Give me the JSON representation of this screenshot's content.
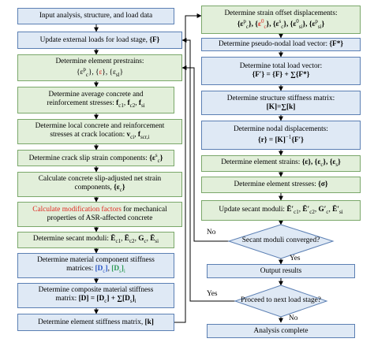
{
  "left_column": {
    "n1": "Input analysis, structure, and load data",
    "n2": {
      "text": "Update external loads for load stage,",
      "math": "{F}"
    },
    "n3": {
      "line1": "Determine element prestrains:",
      "line2a": "{ε",
      "p1": "c",
      "p2": "p",
      "p3": "}, {",
      "red": "ε",
      "line2b": "}, {ε",
      "p4": "sl",
      "p5": "}"
    },
    "n4": {
      "line1": "Determine average concrete and",
      "line2": "reinforcement stresses:",
      "math": "f",
      "s1": "c1",
      "s2": "c2",
      "s3": "si"
    },
    "n5": {
      "line1": "Determine local concrete and reinforcement",
      "line2": "stresses at crack location:",
      "math1": "v",
      "s1": "ci",
      "math2": "f",
      "s2": "scr,i"
    },
    "n6": {
      "text": "Determine crack slip strain components:",
      "math": "{ε",
      "sup": "s",
      "sub": "c",
      "end": "}"
    },
    "n7": {
      "line1": "Calculate concrete slip-adjusted net strain",
      "line2": "components,",
      "math": "{ε",
      "sub": "c",
      "end": "}"
    },
    "n8": {
      "red": "Calculate modification factors",
      "line1": "for mechanical",
      "line2": "properties of ASR-affected concrete"
    },
    "n9": {
      "text": "Determine secant moduli:",
      "math": "Ē",
      "s1": "c1",
      "s2": "c2",
      "s3": "G",
      "s4": "si"
    },
    "n10": {
      "line1": "Determine material component stiffness",
      "line2": "matrices:",
      "math1": "[D",
      "sub1": "c",
      "math2": "[D",
      "sub2": "s",
      "sub3": "i"
    },
    "n11": {
      "line1": "Determine composite material stiffness",
      "line2": "matrix:",
      "math": "[D] = [D",
      "sub1": "c",
      "sum": "] + ∑[D",
      "sub2": "s",
      "sub3": "i"
    },
    "n12": {
      "text": "Determine element stiffness matrix,",
      "math": "[k]"
    }
  },
  "right_column": {
    "r1": {
      "line1": "Determine strain offset displacements:",
      "math": "{ε"
    },
    "r2": {
      "text": "Determine pseudo-nodal load vector:",
      "math": "{F*}"
    },
    "r3": {
      "line1": "Determine total load vector:",
      "math": "{F′} = {F} + ∑{F*}"
    },
    "r4": {
      "line1": "Determine structure stiffness matrix:",
      "math": "[K]=∑[k]"
    },
    "r5": {
      "line1": "Determine nodal displacements:",
      "math": "{r} = [K]",
      "sup": "−1",
      "end": "{F′}"
    },
    "r6": {
      "text": "Determine element strains:",
      "math": "{ε}, {ε",
      "s1": "c",
      "m2": "}, {ε",
      "s2": "s",
      "end": "}"
    },
    "r7": {
      "text": "Determine element stresses:",
      "math": "{σ}"
    },
    "r8": {
      "text": "Update secant moduli:",
      "math": "Ē′",
      "s1": "c1",
      "s2": "c2",
      "s3": "G′",
      "s4": "si"
    },
    "d1": {
      "text": "Secant moduli converged?",
      "no": "No",
      "yes": "Yes"
    },
    "r9": "Output results",
    "d2": {
      "text": "Proceed to next load stage?",
      "no": "No",
      "yes": "Yes"
    },
    "r10": "Analysis complete"
  },
  "colors": {
    "blue_fill": "#dfe9f5",
    "green_fill": "#e2efda",
    "red_text": "#e0261f",
    "green_text": "#2e9a55"
  }
}
